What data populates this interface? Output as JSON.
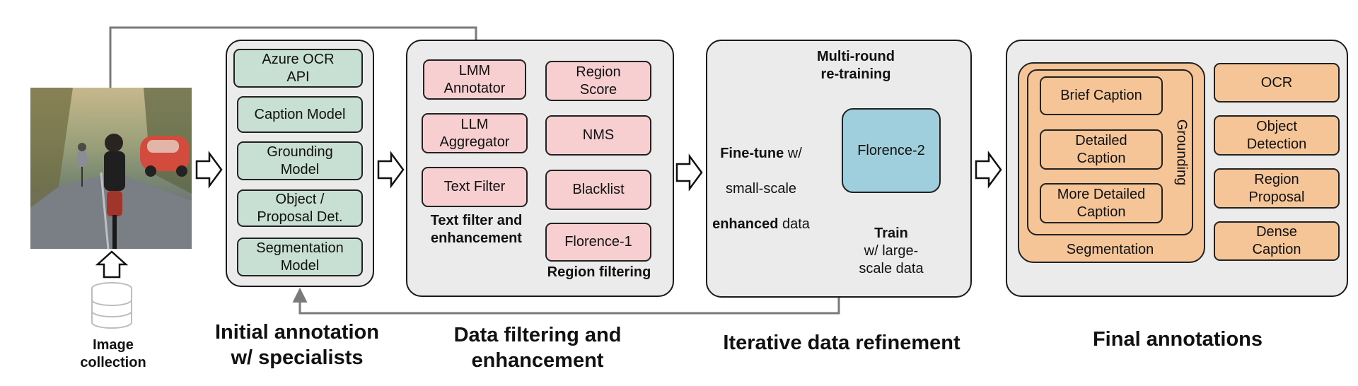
{
  "image_collection": {
    "label": "Image\ncollection"
  },
  "specialists": {
    "title": "Initial annotation\nw/ specialists",
    "items": [
      "Azure OCR\nAPI",
      "Caption Model",
      "Grounding\nModel",
      "Object /\nProposal Det.",
      "Segmentation\nModel"
    ]
  },
  "filtering": {
    "title": "Data filtering and\nenhancement",
    "text_items": [
      "LMM\nAnnotator",
      "LLM\nAggregator",
      "Text Filter"
    ],
    "text_caption": "Text filter and\nenhancement",
    "region_items": [
      "Region\nScore",
      "NMS",
      "Blacklist",
      "Florence-1"
    ],
    "region_caption": "Region filtering"
  },
  "refinement": {
    "title": "Iterative data refinement",
    "multi_round": "Multi-round\nre-training",
    "finetune_bold_1": "Fine-tune",
    "finetune_text_1": " w/",
    "finetune_text_2": "small-scale",
    "finetune_bold_3": "enhanced",
    "finetune_text_3": " data",
    "model": "Florence-2",
    "train_bold": "Train",
    "train_text": "w/ large-\nscale data"
  },
  "final": {
    "title": "Final annotations",
    "grounding_items": [
      "Brief Caption",
      "Detailed\nCaption",
      "More Detailed\nCaption"
    ],
    "grounding_label": "Grounding",
    "segmentation_label": "Segmentation",
    "right_items": [
      "OCR",
      "Object\nDetection",
      "Region\nProposal",
      "Dense\nCaption"
    ]
  },
  "colors": {
    "specialist_fill": "#c8e0d3",
    "filter_fill": "#f8cfd1",
    "model_fill": "#9fcfdc",
    "final_fill": "#f5c497",
    "panel_fill": "#ebebeb"
  }
}
